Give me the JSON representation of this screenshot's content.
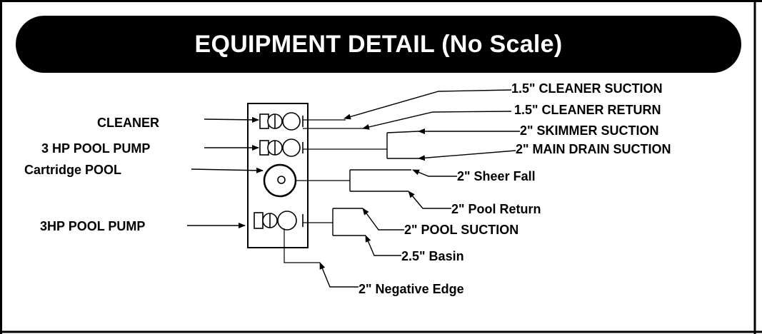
{
  "title": "EQUIPMENT DETAIL (No Scale)",
  "left_labels": {
    "cleaner": "CLEANER",
    "pool_pump_3hp": "3 HP POOL PUMP",
    "cartridge_pool": "Cartridge POOL",
    "pool_pump_3hp_lower": "3HP POOL PUMP"
  },
  "right_labels": {
    "cleaner_suction": "1.5\" CLEANER SUCTION",
    "cleaner_return": "1.5\" CLEANER RETURN",
    "skimmer_suction": "2\" SKIMMER SUCTION",
    "main_drain_suction": "2\" MAIN DRAIN SUCTION",
    "sheer_fall": "2\" Sheer Fall",
    "pool_return": "2\" Pool Return",
    "pool_suction": "2\" POOL SUCTION",
    "basin": "2.5\" Basin",
    "negative_edge": "2\" Negative Edge"
  },
  "colors": {
    "ink": "#000000",
    "paper": "#ffffff"
  }
}
